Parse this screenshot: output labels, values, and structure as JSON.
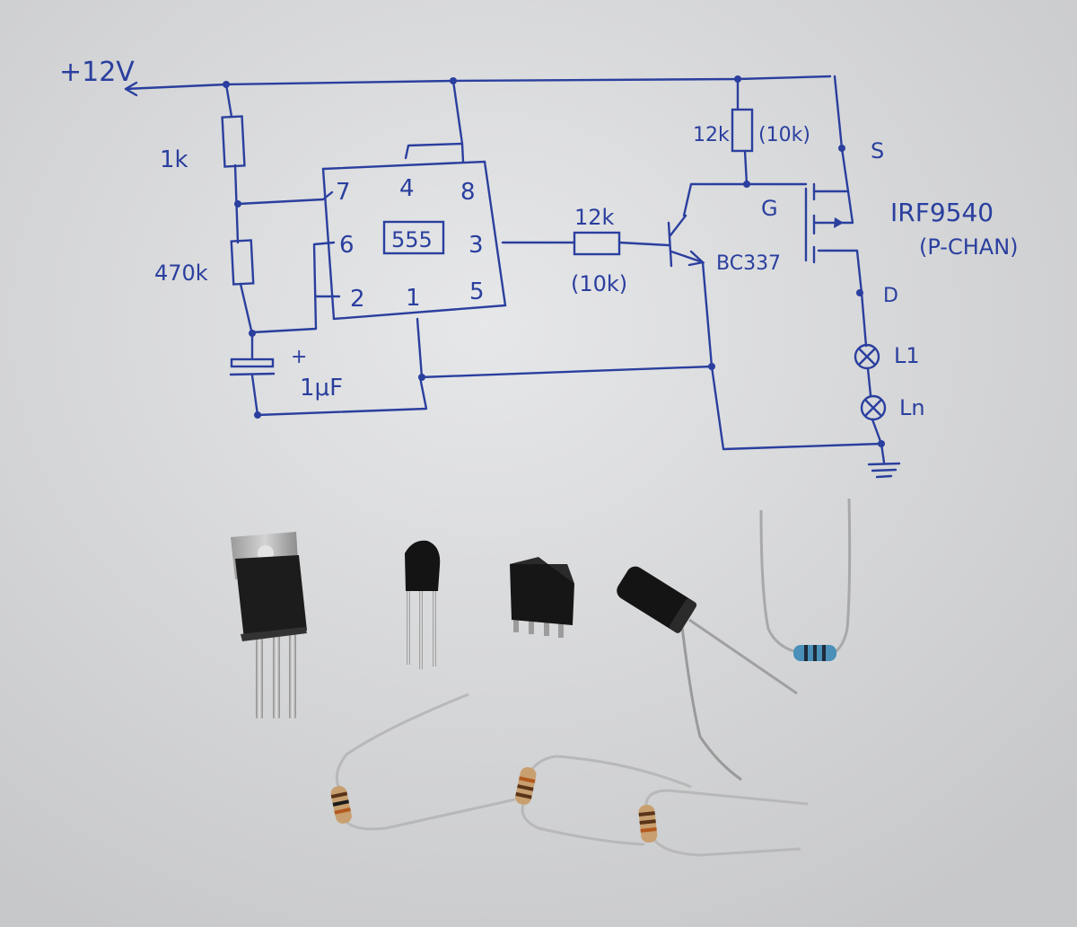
{
  "ink_color": "#2a3f9e",
  "paper_color": "#d9dadc",
  "supply_label": "+12V",
  "ic": {
    "label": "555",
    "pins": {
      "p4": "4",
      "p8": "8",
      "p7": "7",
      "p6": "6",
      "p3": "3",
      "p2": "2",
      "p1": "1",
      "p5": "5"
    }
  },
  "resistors": {
    "r1": "1k",
    "r2": "470k",
    "base_value": "12k",
    "base_alt": "(10k)",
    "gate_value": "12k",
    "gate_alt": "(10k)"
  },
  "capacitor": {
    "plus": "+",
    "value": "1μF"
  },
  "transistor": {
    "name": "BC337"
  },
  "mosfet": {
    "name": "IRF9540",
    "type": "(P-CHAN)",
    "source": "S",
    "gate": "G",
    "drain": "D"
  },
  "lamps": {
    "first": "L1",
    "last": "Ln"
  }
}
